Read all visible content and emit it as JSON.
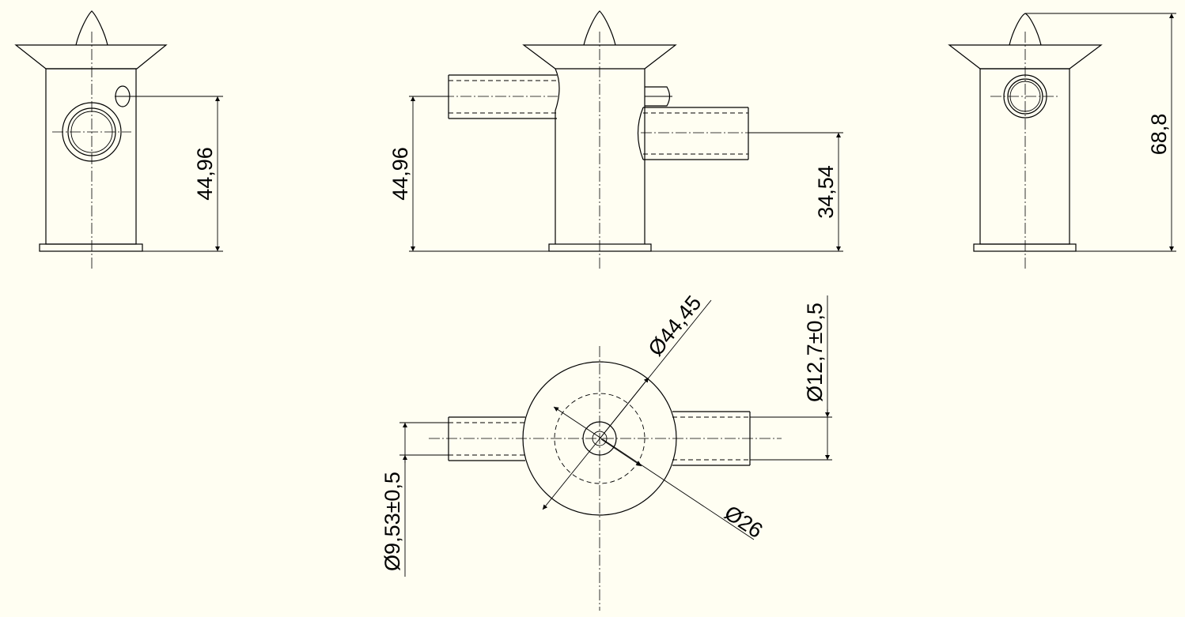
{
  "colors": {
    "background": "#fffef2",
    "line": "#000000"
  },
  "dimensions": {
    "left_height": "44,96",
    "front_height": "44,96",
    "front_outlet_height": "34,54",
    "right_total_height": "68,8",
    "top_outer_diameter": "Ø44,45",
    "top_inner_diameter": "Ø26",
    "top_right_pipe_diameter": "Ø12,7±0,5",
    "top_left_pipe_diameter": "Ø9,53±0,5"
  }
}
